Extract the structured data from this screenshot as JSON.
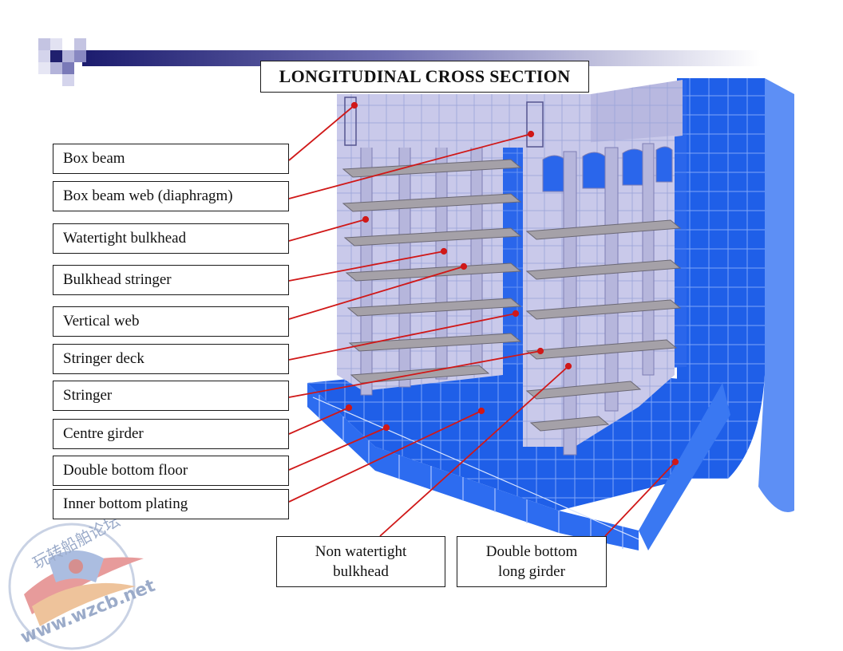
{
  "title": "LONGITUDINAL CROSS SECTION",
  "labels": [
    {
      "id": "box-beam",
      "text": "Box beam"
    },
    {
      "id": "box-beam-web",
      "text": "Box beam web (diaphragm)"
    },
    {
      "id": "watertight-bulkhead",
      "text": "Watertight bulkhead"
    },
    {
      "id": "bulkhead-stringer",
      "text": "Bulkhead stringer"
    },
    {
      "id": "vertical-web",
      "text": "Vertical web"
    },
    {
      "id": "stringer-deck",
      "text": "Stringer deck"
    },
    {
      "id": "stringer",
      "text": "Stringer"
    },
    {
      "id": "centre-girder",
      "text": "Centre girder"
    },
    {
      "id": "double-bottom-floor",
      "text": "Double bottom floor"
    },
    {
      "id": "inner-bottom-plating",
      "text": "Inner bottom plating"
    }
  ],
  "bottom_labels": {
    "non_watertight": {
      "line1": "Non watertight",
      "line2": "bulkhead"
    },
    "double_bottom_girder": {
      "line1": "Double bottom",
      "line2": "long girder"
    }
  },
  "watermark": {
    "arc_text": "玩转船舶论坛",
    "url_text": "www.wzcb.net"
  },
  "colors": {
    "pointer": "#d01818",
    "hull_blue": "#1f5fe8",
    "hull_light": "#5d8ff5",
    "bulkhead_lav": "#c9c9ea",
    "deck_grey": "#a5a1a8",
    "navy": "#20206e"
  }
}
